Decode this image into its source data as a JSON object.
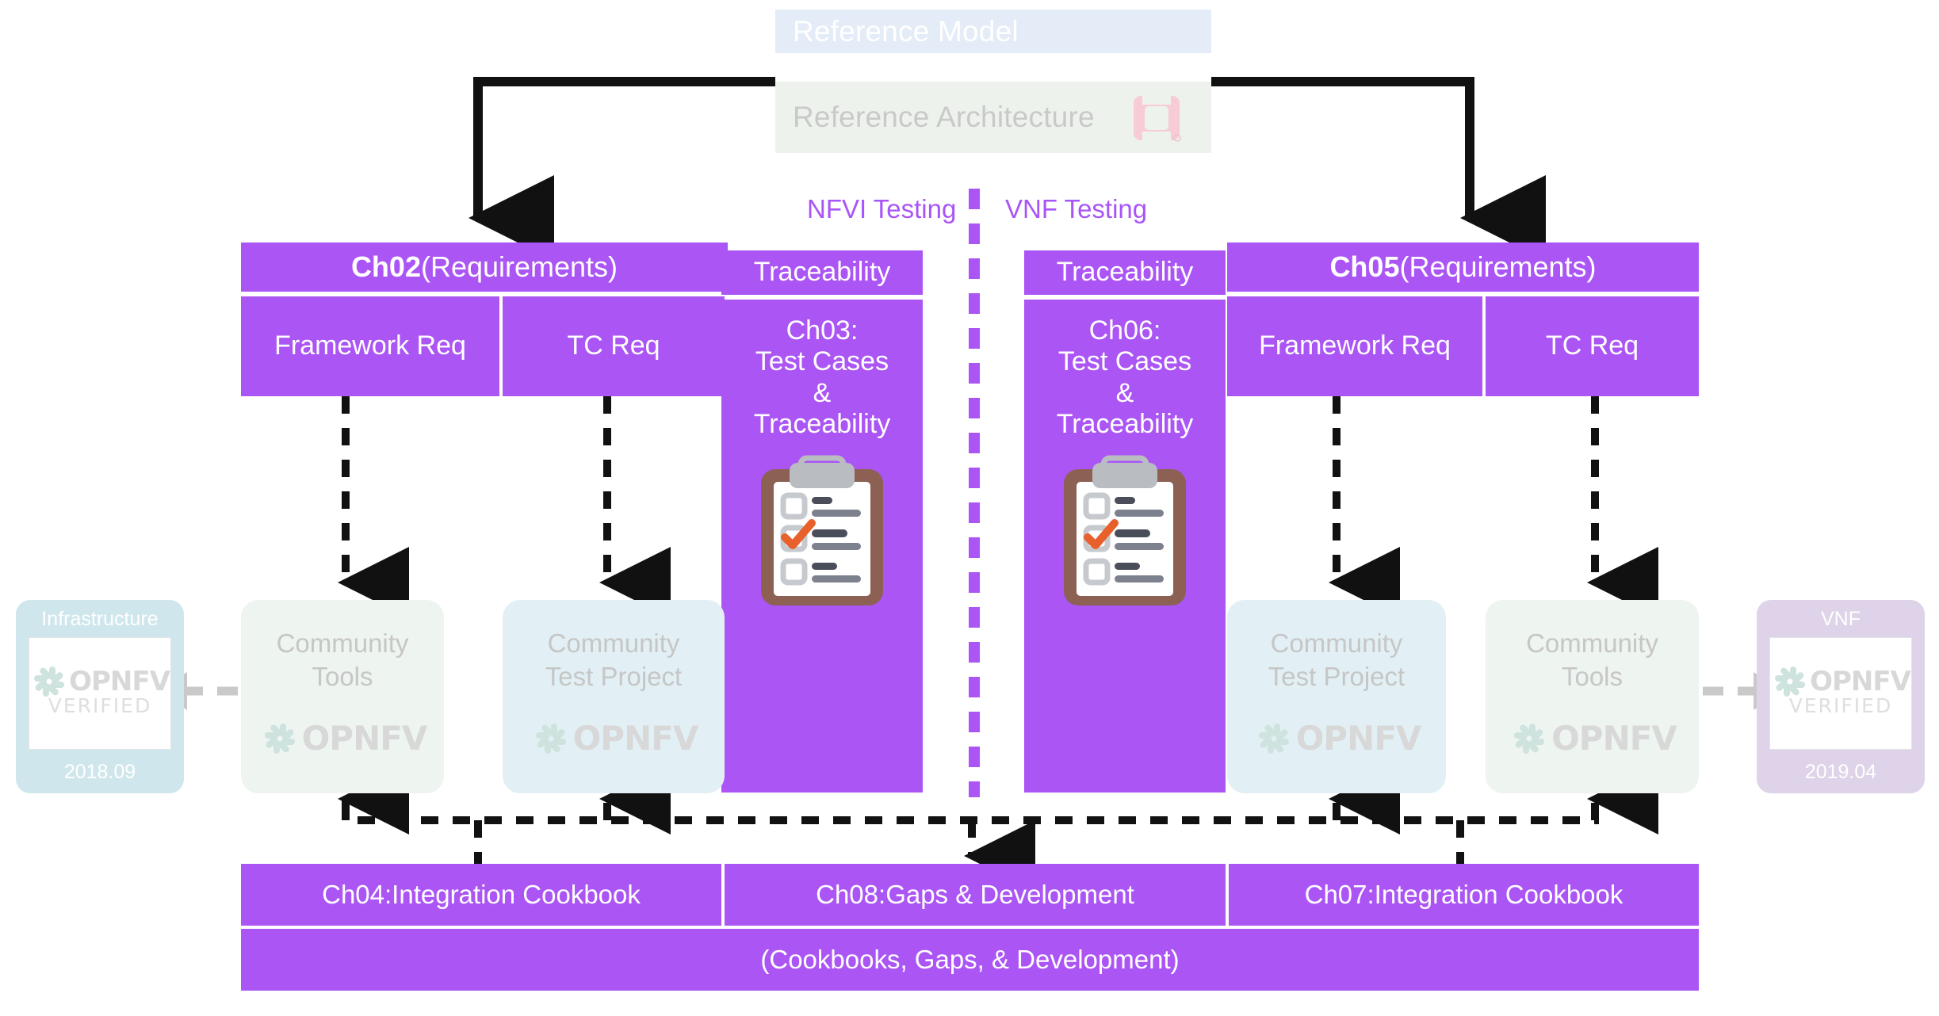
{
  "header": {
    "reference_model": "Reference Model",
    "reference_architecture": "Reference Architecture",
    "logo_icon": "anuket-logo-icon",
    "rm_bg": "#e3ecf7",
    "ra_bg": "#edf3ec",
    "logo_color": "#f7ccd6"
  },
  "labels": {
    "nfvi_testing": "NFVI Testing",
    "vnf_testing": "VNF Testing",
    "label_color": "#a855f7"
  },
  "colors": {
    "purple": "#ab55f5",
    "card_green": "#eef4f0",
    "card_blue": "#e2f0f5",
    "badge_infra": "#cfe7ec",
    "badge_vnf": "#ded3e8",
    "arrow_black": "#111111",
    "arrow_grey": "#c9c9c9"
  },
  "left": {
    "chapter_title_bold": "Ch02",
    "chapter_title_rest": " (Requirements)",
    "framework_req": "Framework Req",
    "tc_req": "TC Req",
    "traceability": "Traceability",
    "testcases_bold": "Ch03:",
    "testcases_line1": "Test Cases",
    "testcases_line2": "&",
    "testcases_line3": "Traceability",
    "clipboard_icon": "clipboard-checklist-icon",
    "community_tools_l1": "Community",
    "community_tools_l2": "Tools",
    "community_test_l1": "Community",
    "community_test_l2": "Test Project",
    "opnfv_wordmark": "OPNFV",
    "badge_caption": "Infrastructure",
    "badge_verified": "VERIFIED",
    "badge_date": "2018.09"
  },
  "right": {
    "chapter_title_bold": "Ch05",
    "chapter_title_rest": " (Requirements)",
    "framework_req": "Framework Req",
    "tc_req": "TC Req",
    "traceability": "Traceability",
    "testcases_bold": "Ch06:",
    "testcases_line1": "Test Cases",
    "testcases_line2": "&",
    "testcases_line3": "Traceability",
    "clipboard_icon": "clipboard-checklist-icon",
    "community_test_l1": "Community",
    "community_test_l2": "Test Project",
    "community_tools_l1": "Community",
    "community_tools_l2": "Tools",
    "opnfv_wordmark": "OPNFV",
    "badge_caption": "VNF",
    "badge_verified": "VERIFIED",
    "badge_date": "2019.04"
  },
  "bottom": {
    "ch04_bold": "Ch04:",
    "ch04_rest": " Integration Cookbook",
    "ch08_bold": "Ch08:",
    "ch08_rest": " Gaps & Development",
    "ch07_bold": "Ch07:",
    "ch07_rest": " Integration Cookbook",
    "summary": "(Cookbooks, Gaps, & Development)"
  }
}
